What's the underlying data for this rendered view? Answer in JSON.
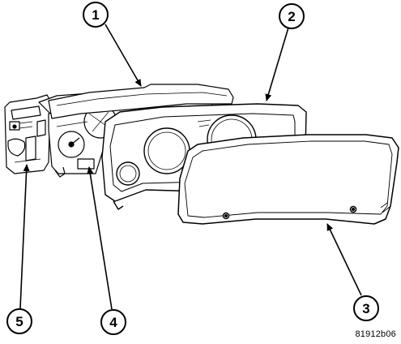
{
  "diagram": {
    "callouts": [
      {
        "id": "1",
        "label": "1"
      },
      {
        "id": "2",
        "label": "2"
      },
      {
        "id": "3",
        "label": "3"
      },
      {
        "id": "4",
        "label": "4"
      },
      {
        "id": "5",
        "label": "5"
      }
    ],
    "figure_id": "81912b06",
    "line_color": "#000000",
    "background": "#ffffff"
  }
}
